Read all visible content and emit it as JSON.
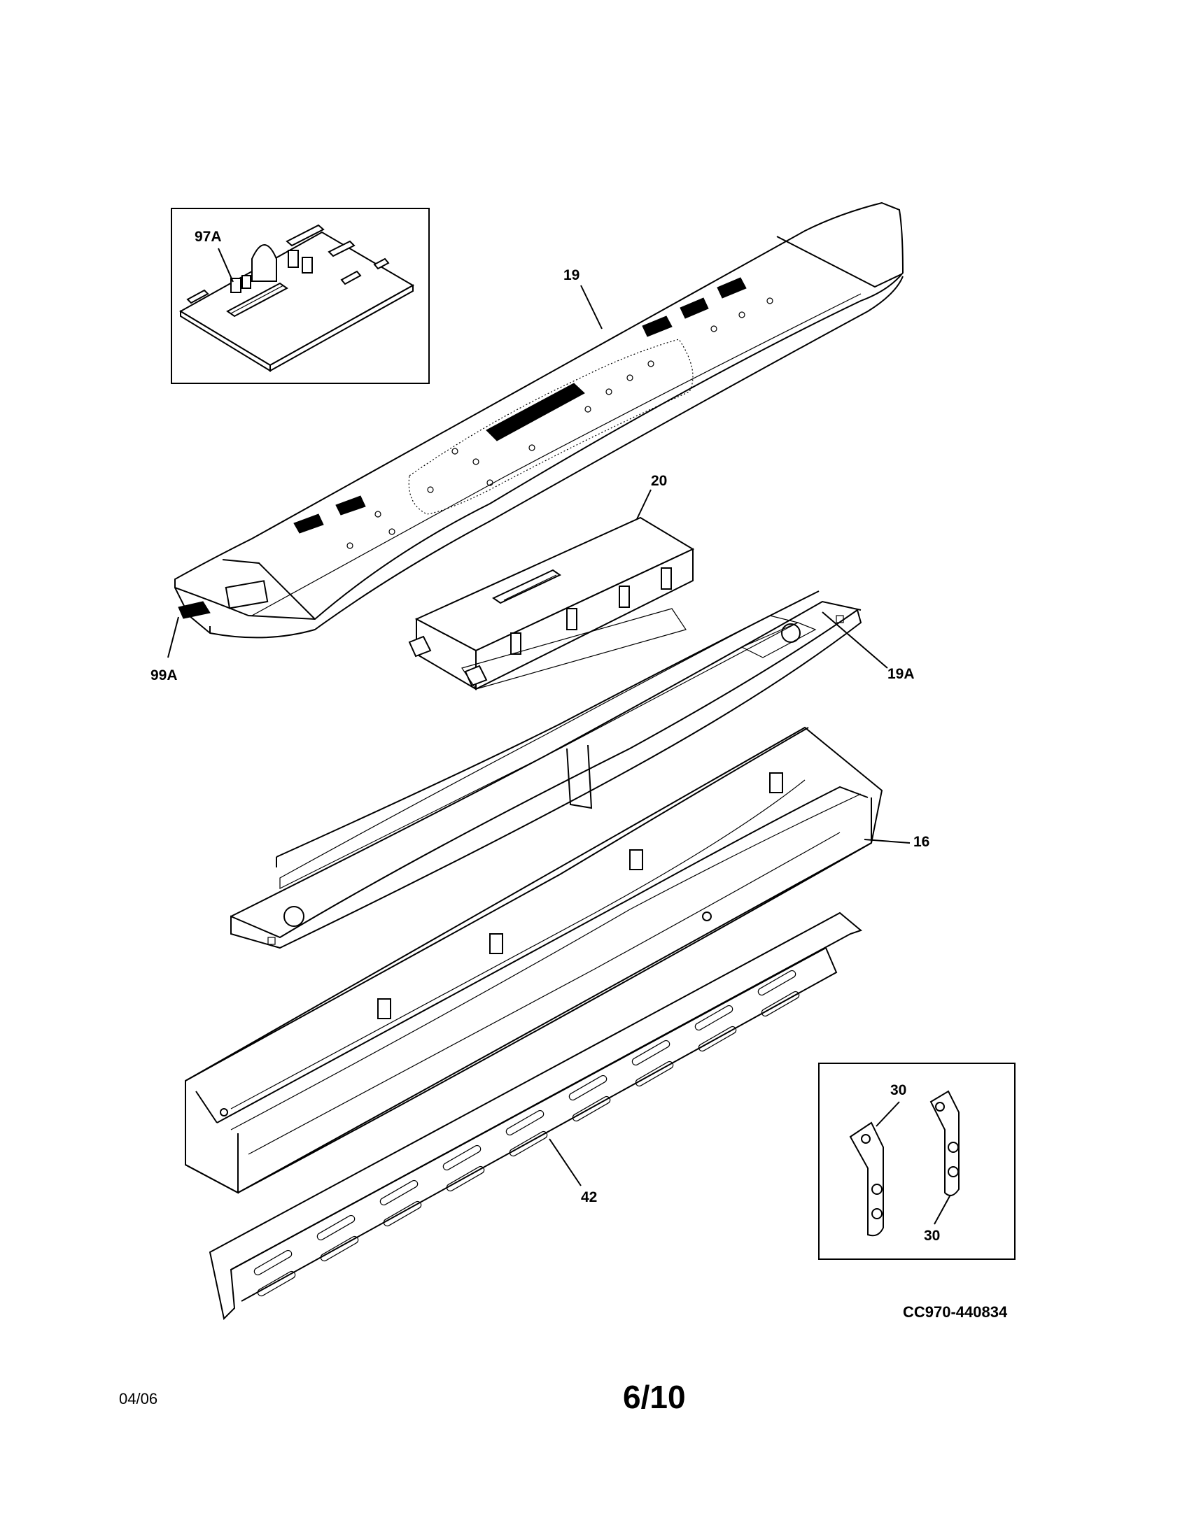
{
  "callouts": {
    "c19": "19",
    "c97a": "97A",
    "c20": "20",
    "c99a": "99A",
    "c19a": "19A",
    "c16": "16",
    "c42": "42",
    "c30a": "30",
    "c30b": "30"
  },
  "footer": {
    "drawing_code": "CC970-440834",
    "date": "04/06",
    "page": "6/10"
  }
}
